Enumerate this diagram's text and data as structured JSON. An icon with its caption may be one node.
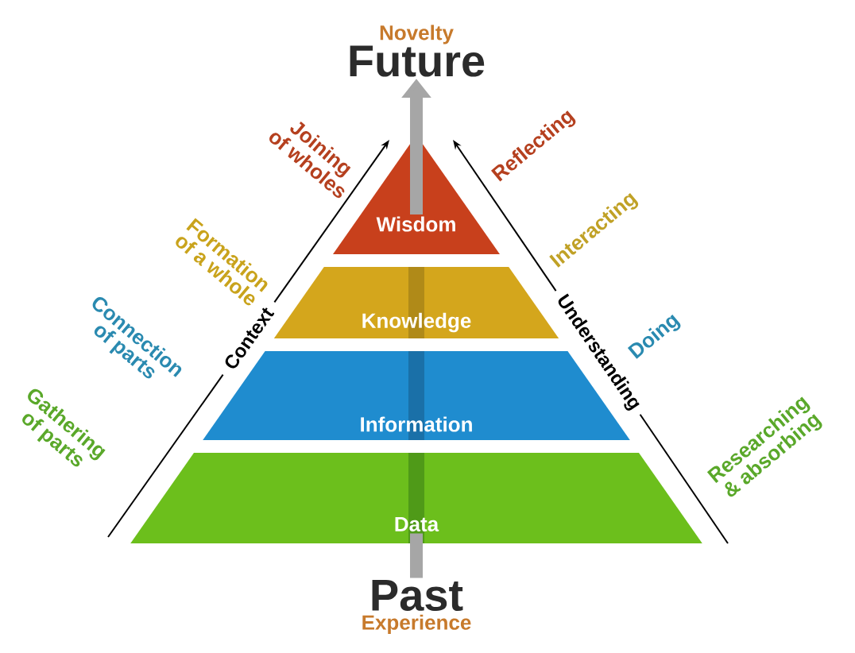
{
  "diagram": {
    "nodes": [
      {
        "text": [
          "Novelty",
          "Future"
        ]
      },
      {
        "text": [
          "Wisdom"
        ]
      },
      {
        "text": [
          "Knowledge"
        ]
      },
      {
        "text": [
          "Information"
        ]
      },
      {
        "text": [
          "Data"
        ]
      },
      {
        "text": [
          "Past",
          "Experience"
        ]
      }
    ],
    "edges": [
      {
        "from": 1,
        "to": 0,
        "arrow": "to"
      },
      {
        "from": 5,
        "to": 4,
        "arrow": "none"
      }
    ],
    "labels": [
      "Joining of wholes",
      "Reflecting",
      "Formation of a whole",
      "Interacting",
      "Connection of parts",
      "Context",
      "Understanding",
      "Doing",
      "Gathering of parts",
      "Researching & absorbing"
    ]
  }
}
